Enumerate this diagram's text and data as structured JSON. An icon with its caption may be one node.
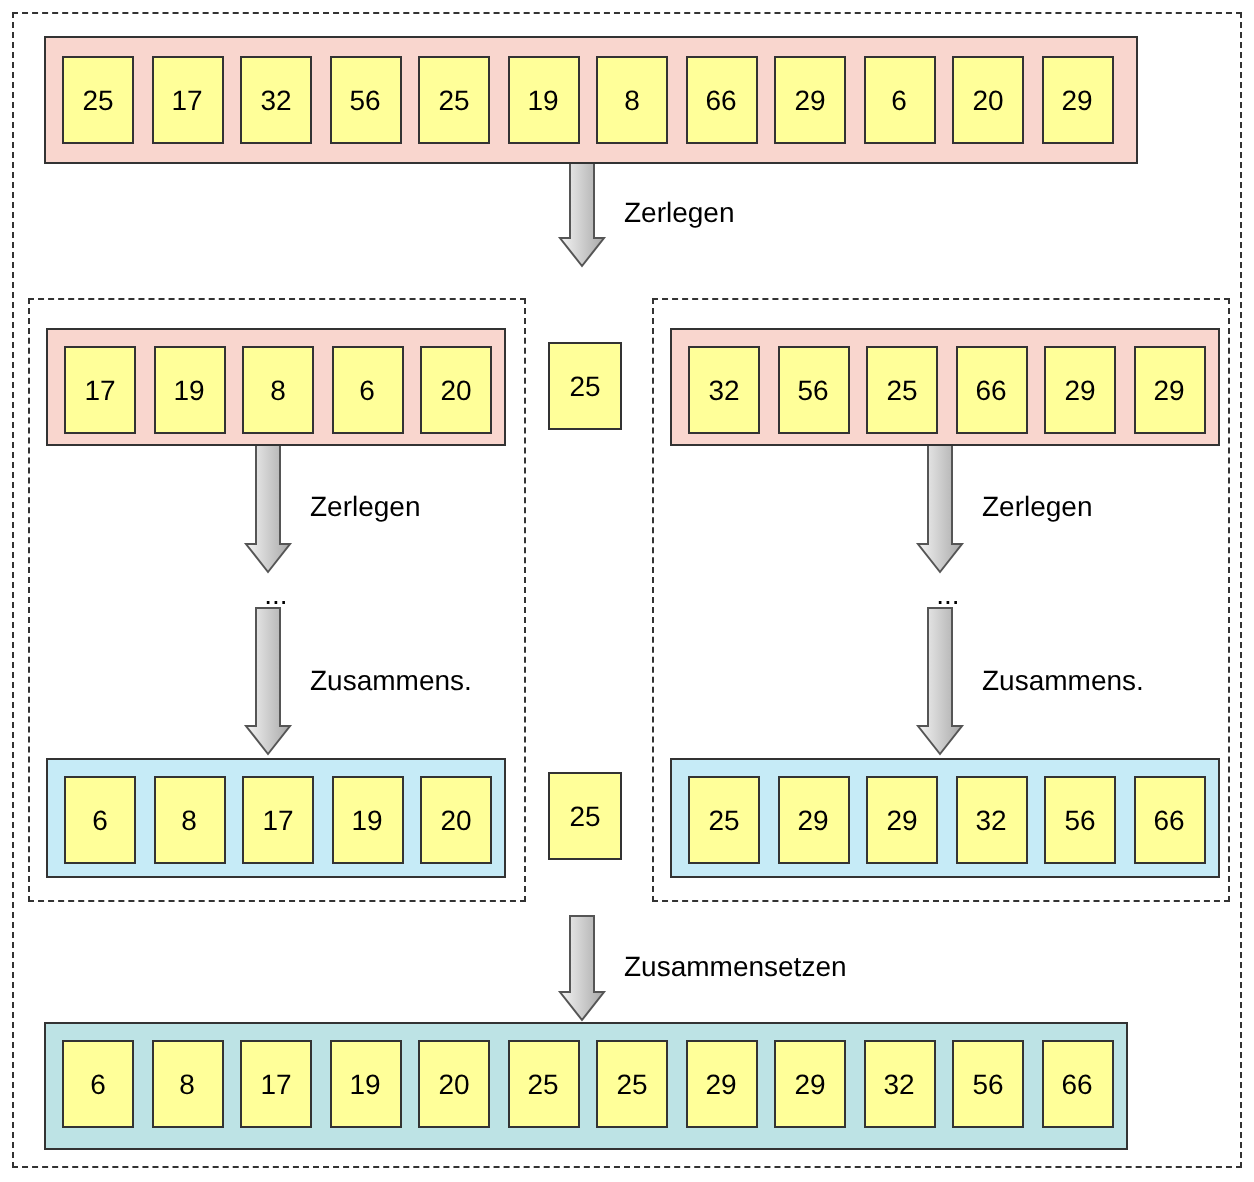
{
  "diagram": {
    "nodes": [
      {
        "text": [],
        "shape": "box"
      },
      {
        "text": [],
        "shape": "bar",
        "in": 0
      },
      {
        "text": [
          "25"
        ],
        "in": 1
      },
      {
        "text": [
          "17"
        ],
        "in": 1
      },
      {
        "text": [
          "32"
        ],
        "in": 1
      },
      {
        "text": [
          "56"
        ],
        "in": 1
      },
      {
        "text": [
          "25"
        ],
        "in": 1
      },
      {
        "text": [
          "19"
        ],
        "in": 1
      },
      {
        "text": [
          "8"
        ],
        "in": 1
      },
      {
        "text": [
          "66"
        ],
        "in": 1
      },
      {
        "text": [
          "29"
        ],
        "in": 1
      },
      {
        "text": [
          "6"
        ],
        "in": 1
      },
      {
        "text": [
          "20"
        ],
        "in": 1
      },
      {
        "text": [
          "29"
        ],
        "in": 1
      },
      {
        "text": [],
        "shape": "box",
        "in": 0
      },
      {
        "text": [],
        "shape": "bar",
        "in": 14
      },
      {
        "text": [
          "17"
        ],
        "in": 15
      },
      {
        "text": [
          "19"
        ],
        "in": 15
      },
      {
        "text": [
          "8"
        ],
        "in": 15
      },
      {
        "text": [
          "6"
        ],
        "in": 15
      },
      {
        "text": [
          "20"
        ],
        "in": 15
      },
      {
        "text": [
          "..."
        ],
        "in": 14
      },
      {
        "text": [],
        "shape": "bar",
        "in": 14
      },
      {
        "text": [
          "6"
        ],
        "in": 22
      },
      {
        "text": [
          "8"
        ],
        "in": 22
      },
      {
        "text": [
          "17"
        ],
        "in": 22
      },
      {
        "text": [
          "19"
        ],
        "in": 22
      },
      {
        "text": [
          "20"
        ],
        "in": 22
      },
      {
        "text": [
          "25"
        ],
        "in": 0
      },
      {
        "text": [
          "25"
        ],
        "in": 0
      },
      {
        "text": [],
        "shape": "box",
        "in": 0
      },
      {
        "text": [],
        "shape": "bar",
        "in": 30
      },
      {
        "text": [
          "32"
        ],
        "in": 31
      },
      {
        "text": [
          "56"
        ],
        "in": 31
      },
      {
        "text": [
          "25"
        ],
        "in": 31
      },
      {
        "text": [
          "66"
        ],
        "in": 31
      },
      {
        "text": [
          "29"
        ],
        "in": 31
      },
      {
        "text": [
          "29"
        ],
        "in": 31
      },
      {
        "text": [
          "..."
        ],
        "in": 30
      },
      {
        "text": [],
        "shape": "bar",
        "in": 30
      },
      {
        "text": [
          "25"
        ],
        "in": 39
      },
      {
        "text": [
          "29"
        ],
        "in": 39
      },
      {
        "text": [
          "29"
        ],
        "in": 39
      },
      {
        "text": [
          "32"
        ],
        "in": 39
      },
      {
        "text": [
          "56"
        ],
        "in": 39
      },
      {
        "text": [
          "66"
        ],
        "in": 39
      },
      {
        "text": [],
        "shape": "bar",
        "in": 0
      },
      {
        "text": [
          "6"
        ],
        "in": 46
      },
      {
        "text": [
          "8"
        ],
        "in": 46
      },
      {
        "text": [
          "17"
        ],
        "in": 46
      },
      {
        "text": [
          "19"
        ],
        "in": 46
      },
      {
        "text": [
          "20"
        ],
        "in": 46
      },
      {
        "text": [
          "25"
        ],
        "in": 46
      },
      {
        "text": [
          "25"
        ],
        "in": 46
      },
      {
        "text": [
          "29"
        ],
        "in": 46
      },
      {
        "text": [
          "29"
        ],
        "in": 46
      },
      {
        "text": [
          "32"
        ],
        "in": 46
      },
      {
        "text": [
          "56"
        ],
        "in": 46
      },
      {
        "text": [
          "66"
        ],
        "in": 46
      }
    ],
    "edges": [
      {
        "from": 1,
        "to": null,
        "arrow": "to",
        "label": "Zerlegen"
      },
      {
        "from": 15,
        "to": 21,
        "arrow": "to",
        "label": "Zerlegen"
      },
      {
        "from": 21,
        "to": 22,
        "arrow": "to",
        "label": "Zusammens."
      },
      {
        "from": 31,
        "to": 38,
        "arrow": "to",
        "label": "Zerlegen"
      },
      {
        "from": 38,
        "to": 39,
        "arrow": "to",
        "label": "Zusammens."
      },
      {
        "from": null,
        "to": 46,
        "arrow": "to",
        "label": "Zusammensetzen"
      }
    ]
  }
}
